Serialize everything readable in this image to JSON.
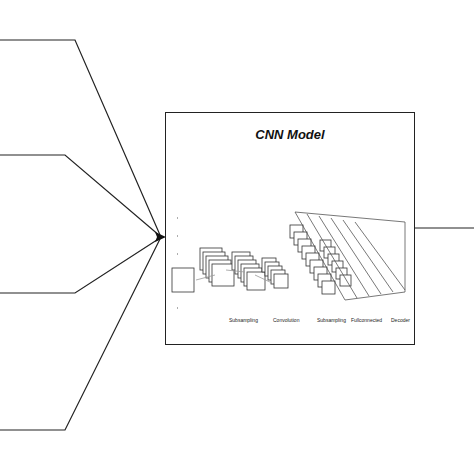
{
  "diagram": {
    "nodes": [
      {
        "text": [
          "CNN Model"
        ]
      }
    ],
    "labels": [
      "Subsampling",
      "Convolution",
      "Subsampling",
      "Fullconnected",
      "Decoder"
    ]
  }
}
